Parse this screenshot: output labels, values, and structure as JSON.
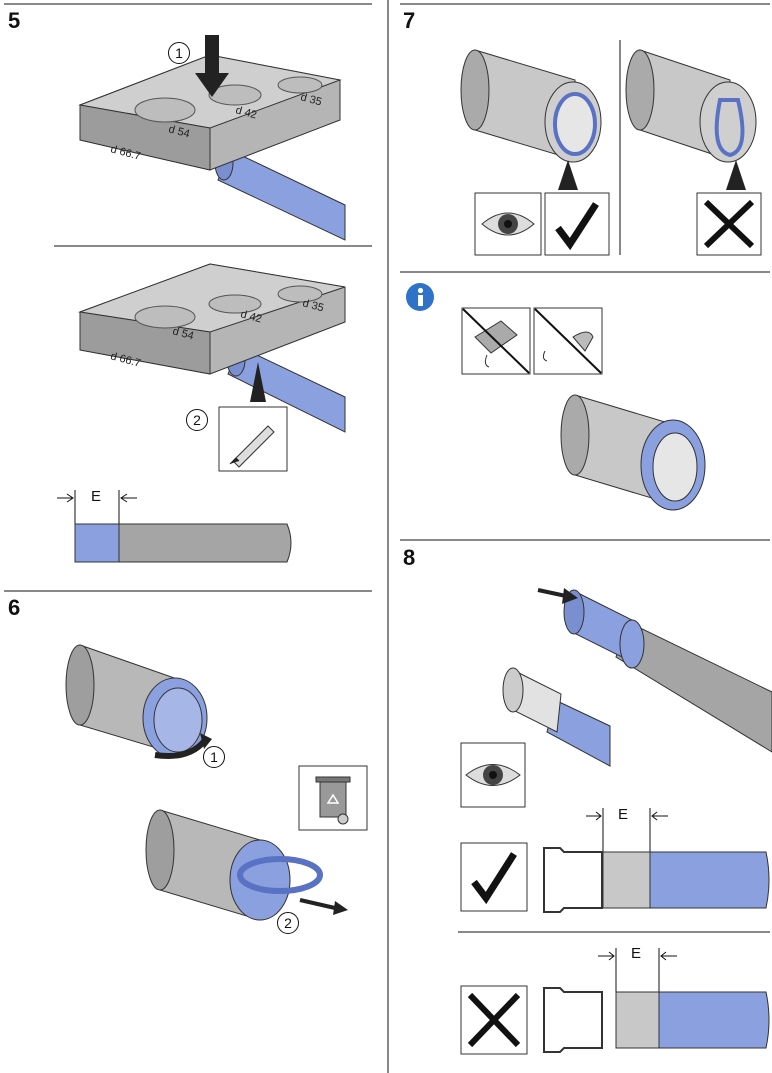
{
  "steps": {
    "s5": "5",
    "s6": "6",
    "s7": "7",
    "s8": "8"
  },
  "callouts": {
    "c1": "1",
    "c2": "2"
  },
  "tool": {
    "d54": "d 54",
    "d42": "d 42",
    "d35": "d 35",
    "d667": "d 66.7"
  },
  "marks": {
    "e": "E"
  },
  "colors": {
    "pipe_blue": "#8aa0df",
    "pipe_gray": "#a5a5a5",
    "fitting_gray": "#c8c8c8"
  },
  "icons": [
    "arrow-icon",
    "marker-pen-icon",
    "eye-icon",
    "checkmark-icon",
    "cross-icon",
    "info-icon",
    "recycle-bin-icon",
    "no-grease-icon",
    "no-oil-icon"
  ]
}
